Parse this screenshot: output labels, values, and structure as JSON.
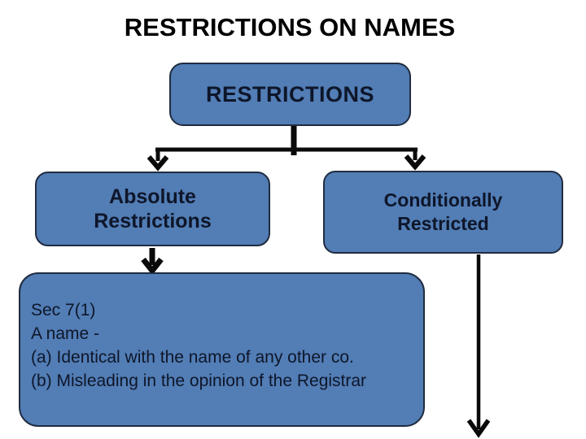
{
  "slide_title": "RESTRICTIONS ON NAMES",
  "diagram": {
    "root_label": "RESTRICTIONS",
    "absolute": {
      "line1": "Absolute",
      "line2": "Restrictions"
    },
    "conditional": {
      "line1": "Conditionally",
      "line2": "Restricted"
    },
    "detail": {
      "lines": [
        "Sec 7(1)",
        "A name -",
        "(a) Identical with the name of any other co.",
        "(b) Misleading in the opinion of the Registrar"
      ]
    }
  },
  "colors": {
    "box_fill": "#527DB5",
    "box_border": "#202C40",
    "box_text": "#0E1629",
    "title_text": "#000000",
    "arrow": "#0A0A0A",
    "background": "#FFFFFF"
  }
}
